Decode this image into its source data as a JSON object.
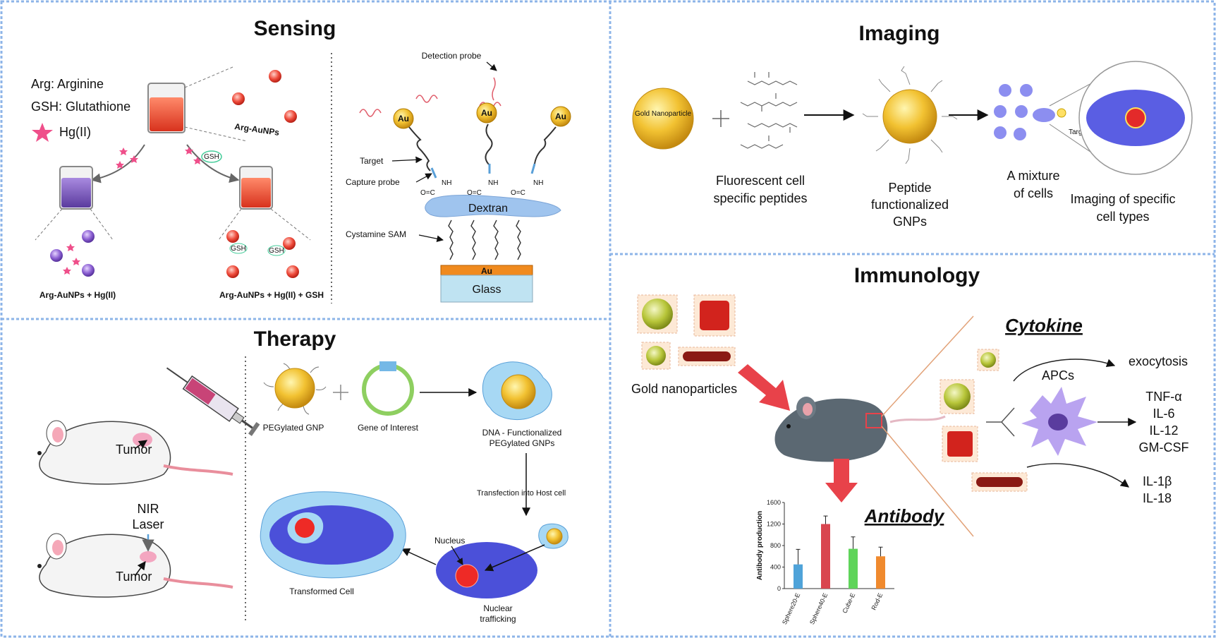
{
  "sections": {
    "sensing": "Sensing",
    "imaging": "Imaging",
    "therapy": "Therapy",
    "immunology": "Immunology"
  },
  "sensing": {
    "legend_arg": "Arg: Arginine",
    "legend_gsh": "GSH: Glutathione",
    "legend_hg": "Hg(II)",
    "arg_aunps": "Arg-AuNPs",
    "gsh_tag": "GSH",
    "cap_left": "Arg-AuNPs + Hg(II)",
    "cap_right": "Arg-AuNPs + Hg(II) + GSH",
    "detection_probe": "Detection probe",
    "target": "Target",
    "capture_probe": "Capture probe",
    "dextran": "Dextran",
    "cystamine_sam": "Cystamine SAM",
    "au": "Au",
    "glass": "Glass",
    "nh": "NH",
    "oc": "O=C"
  },
  "imaging": {
    "gold_label": "Gold Nanoparticle",
    "peptides_line1": "Fluorescent cell",
    "peptides_line2": "specific peptides",
    "gnps_line1": "Peptide",
    "gnps_line2": "functionalized",
    "gnps_line3": "GNPs",
    "mixture_line1": "A mixture",
    "mixture_line2": "of cells",
    "imaging_line1": "Imaging of specific",
    "imaging_line2": "cell types",
    "target_cell": "Target cell"
  },
  "therapy": {
    "tumor": "Tumor",
    "nir": "NIR",
    "laser": "Laser",
    "pegylated_gnp": "PEGylated GNP",
    "gene": "Gene of Interest",
    "dna_line1": "DNA - Functionalized",
    "dna_line2": "PEGylated GNPs",
    "transfection": "Transfection into Host cell",
    "nucleus": "Nucleus",
    "transformed": "Transformed Cell",
    "nuclear_line1": "Nuclear",
    "nuclear_line2": "trafficking"
  },
  "immunology": {
    "gold_np": "Gold nanoparticles",
    "cytokine": "Cytokine",
    "antibody": "Antibody",
    "apcs": "APCs",
    "exocytosis": "exocytosis",
    "cyto1": "TNF-α",
    "cyto2": "IL-6",
    "cyto3": "IL-12",
    "cyto4": "GM-CSF",
    "cyto5": "IL-1β",
    "cyto6": "IL-18"
  },
  "chart_data": {
    "type": "bar",
    "categories": [
      "Sphere20-E",
      "Sphere40-E",
      "Cube-E",
      "Rod-E"
    ],
    "values": [
      450,
      1200,
      740,
      600
    ],
    "errors": [
      280,
      150,
      220,
      170
    ],
    "colors": [
      "#4fa3d9",
      "#d9464f",
      "#5fd45a",
      "#f08a2e"
    ],
    "ylabel": "Antibody production",
    "ylim": [
      0,
      1600
    ],
    "yticks": [
      "0",
      "400",
      "800",
      "1200",
      "1600"
    ]
  }
}
